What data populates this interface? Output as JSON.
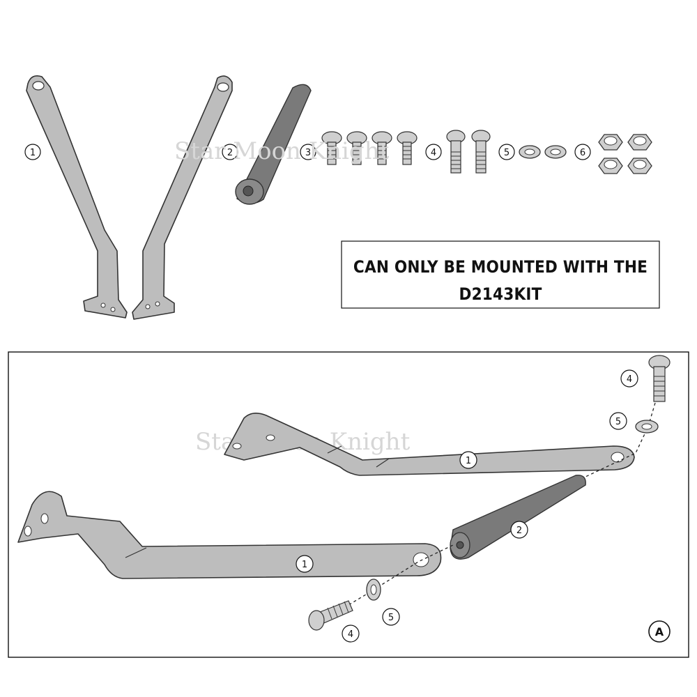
{
  "note": {
    "line1": "CAN ONLY BE MOUNTED WITH THE",
    "line2": "D2143KIT"
  },
  "watermark": "Star Moon Knight",
  "callouts": {
    "c1": "1",
    "c2": "2",
    "c3": "3",
    "c4": "4",
    "c5": "5",
    "c6": "6"
  },
  "assembly_label": "A",
  "colors": {
    "part_fill": "#bdbdbd",
    "tube_fill": "#7a7a7a",
    "outline": "#333333"
  }
}
